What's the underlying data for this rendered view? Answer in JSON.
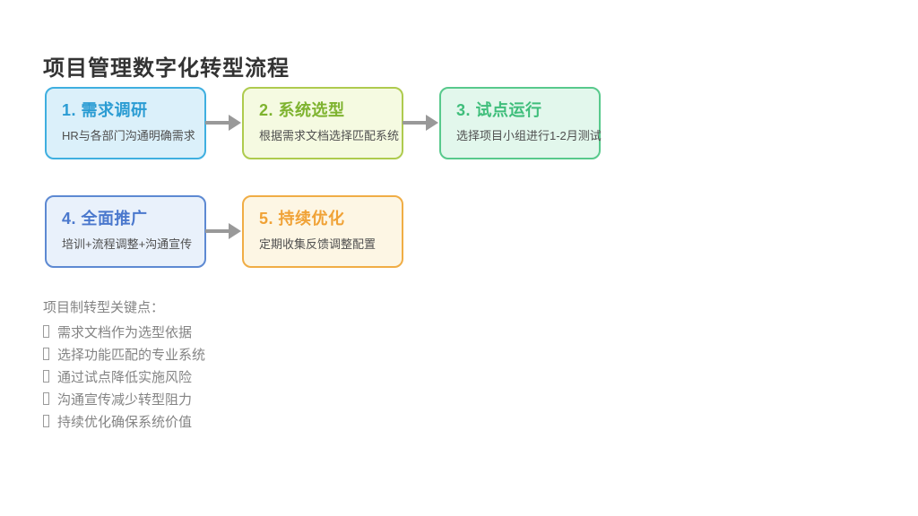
{
  "page": {
    "title": "项目管理数字化转型流程"
  },
  "flow": {
    "steps": [
      {
        "title": "1. 需求调研",
        "desc": "HR与各部门沟通明确需求"
      },
      {
        "title": "2. 系统选型",
        "desc": "根据需求文档选择匹配系统"
      },
      {
        "title": "3. 试点运行",
        "desc": "选择项目小组进行1-2月测试"
      },
      {
        "title": "4. 全面推广",
        "desc": "培训+流程调整+沟通宣传"
      },
      {
        "title": "5. 持续优化",
        "desc": "定期收集反馈调整配置"
      }
    ]
  },
  "notes": {
    "header": "项目制转型关键点：",
    "items": [
      "需求文档作为选型依据",
      "选择功能匹配的专业系统",
      "通过试点降低实施风险",
      "沟通宣传减少转型阻力",
      "持续优化确保系统价值"
    ]
  },
  "colors": {
    "page-bg": "#ffffff",
    "heading": "#333333",
    "desc": "#4f4f4f",
    "notes": "#848484",
    "arrow": "#999999",
    "step1-border": "#3fafe0",
    "step1-bg": "#dbf0fa",
    "step1-title": "#2b9cd3",
    "step2-border": "#aecb4e",
    "step2-bg": "#f5fae1",
    "step2-title": "#7eb32f",
    "step3-border": "#58c98c",
    "step3-bg": "#e2f7ec",
    "step3-title": "#3fbe7b",
    "step4-border": "#5d89d2",
    "step4-bg": "#e9f1fb",
    "step4-title": "#4a78cd",
    "step5-border": "#f0ad45",
    "step5-bg": "#fdf6e4",
    "step5-title": "#f0a236"
  }
}
